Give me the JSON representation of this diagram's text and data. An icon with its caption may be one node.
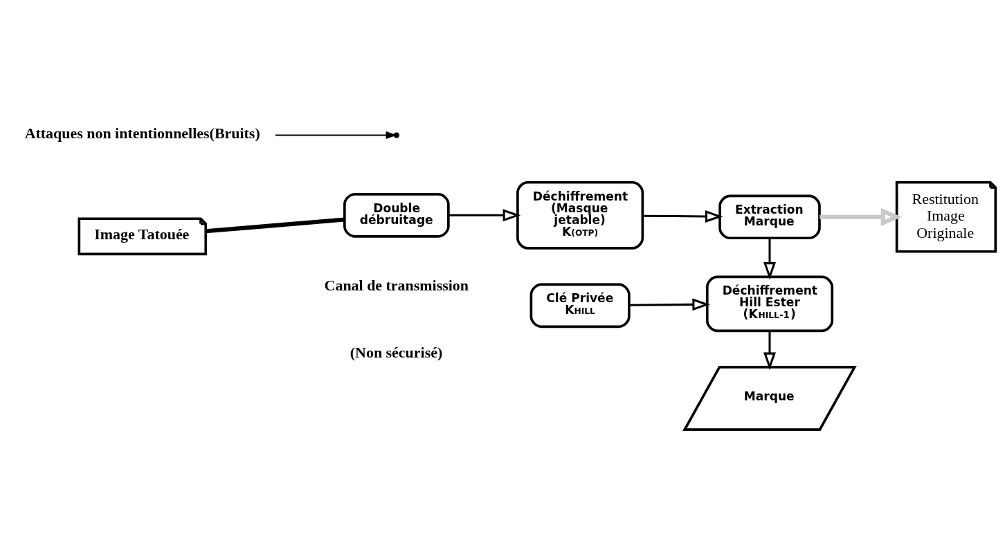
{
  "diagram": {
    "nodes": [
      {
        "text": [
          "Image Tatouée"
        ]
      },
      {
        "text": [
          "Double débruitage"
        ]
      },
      {
        "text": [
          "Déchiffrement (Masque jetable) K$_{(OTP)}$"
        ]
      },
      {
        "text": [
          "Extraction Marque"
        ]
      },
      {
        "text": [
          "Clé Privée K$_{HILL}$"
        ]
      },
      {
        "text": [
          "Déchiffrement Hill Ester (K$_{HILL}$$^{-1}$)"
        ]
      },
      {
        "text": [
          "Marque"
        ]
      },
      {
        "text": [
          "Restitution Image Originale"
        ]
      },
      {
        "text": [
          "Attaques non intentionnelles(Bruits)"
        ]
      }
    ],
    "edges": [
      {
        "from": 0,
        "to": 1,
        "arrow": "none",
        "style": "thick"
      },
      {
        "from": 1,
        "to": 2,
        "arrow": "to"
      },
      {
        "from": 2,
        "to": 3,
        "arrow": "to"
      },
      {
        "from": 3,
        "to": 5,
        "arrow": "to"
      },
      {
        "from": 4,
        "to": 5,
        "arrow": "to"
      },
      {
        "from": 5,
        "to": 6,
        "arrow": "to"
      },
      {
        "from": 3,
        "to": 7,
        "arrow": "to",
        "style": "thick",
        "color": "#c8c8c8"
      },
      {
        "from": 8,
        "to": null,
        "arrow": "to"
      }
    ],
    "labels": [
      "Canal de transmission",
      "(Non sécurisé)"
    ]
  }
}
